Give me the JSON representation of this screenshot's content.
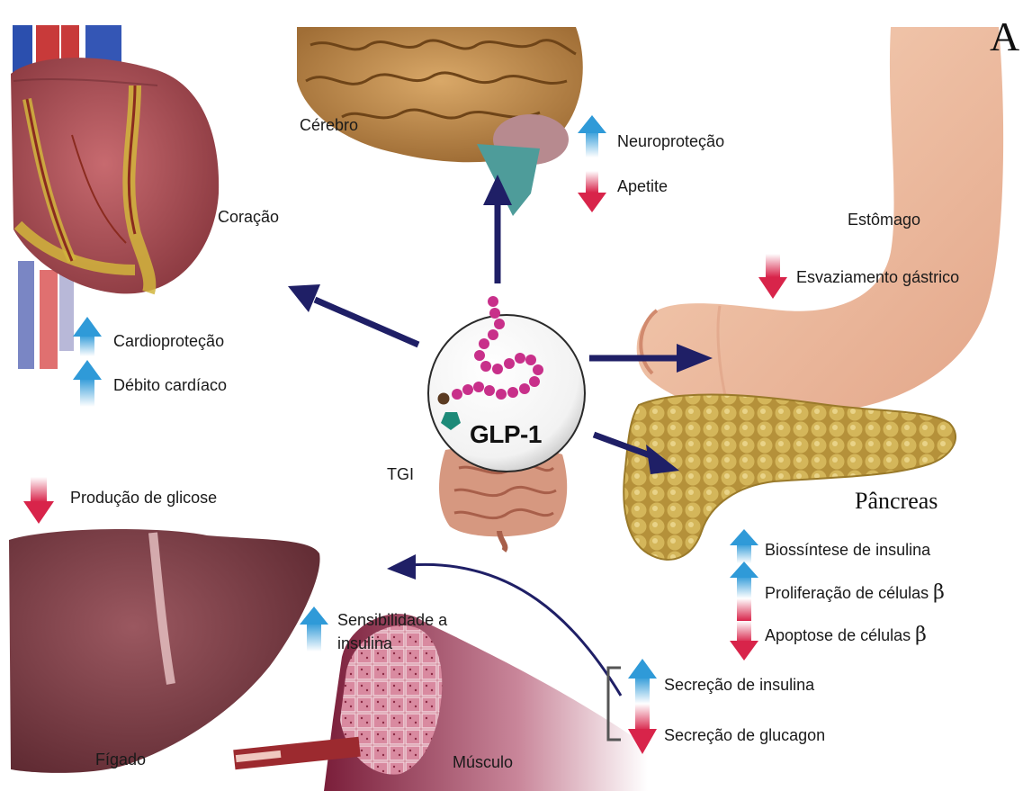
{
  "panel_letter": "A",
  "center": {
    "label": "GLP-1"
  },
  "organs": {
    "brain": "Cérebro",
    "heart": "Coração",
    "stomach": "Estômago",
    "pancreas": "Pâncreas",
    "gut": "TGI",
    "liver": "Fígado",
    "muscle": "Músculo"
  },
  "effects": {
    "brain": [
      {
        "text": "Neuroproteção",
        "direction": "up"
      },
      {
        "text": "Apetite",
        "direction": "down"
      }
    ],
    "heart": [
      {
        "text": "Cardioproteção",
        "direction": "up"
      },
      {
        "text": "Débito cardíaco",
        "direction": "up"
      }
    ],
    "stomach": [
      {
        "text": "Esvaziamento gástrico",
        "direction": "down"
      }
    ],
    "pancreas": [
      {
        "text": "Biossíntese de insulina",
        "direction": "up"
      },
      {
        "text": "Proliferação de células",
        "symbol": "β",
        "direction": "up"
      },
      {
        "text": "Apoptose de células",
        "symbol": "β",
        "direction": "down"
      }
    ],
    "liver": [
      {
        "text": "Produção de glicose",
        "direction": "down"
      }
    ],
    "muscle": [
      {
        "text": "Sensibilidade a",
        "direction": "up"
      },
      {
        "text": "insulina"
      }
    ],
    "islet": [
      {
        "text": "Secreção de insulina",
        "direction": "up"
      },
      {
        "text": "Secreção de glucagon",
        "direction": "down"
      }
    ]
  },
  "colors": {
    "increase_arrow": "#2f9ad8",
    "decrease_arrow": "#d8244a",
    "pathway_arrow": "#1f1f66"
  }
}
